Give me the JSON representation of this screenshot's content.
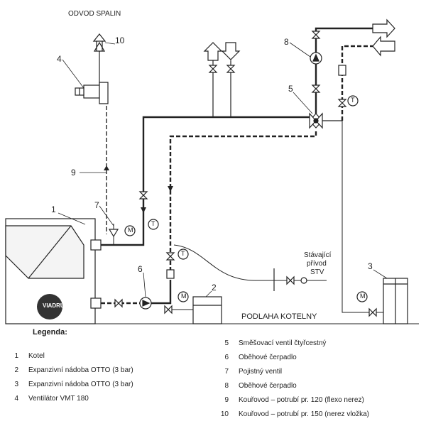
{
  "labels": {
    "flue_outlet": "ODVOD SPALIN",
    "floor": "PODLAHA KOTELNY",
    "existing_supply": [
      "Stávající",
      "přívod",
      "STV"
    ],
    "brand": "VIADRUS"
  },
  "symbols": {
    "thermometer": "T",
    "manometer": "M"
  },
  "callouts": [
    "1",
    "2",
    "3",
    "4",
    "5",
    "6",
    "7",
    "8",
    "9",
    "10"
  ],
  "legend": {
    "title": "Legenda:",
    "items": [
      {
        "num": "1",
        "text": "Kotel"
      },
      {
        "num": "2",
        "text": "Expanzivní nádoba OTTO (3 bar)"
      },
      {
        "num": "3",
        "text": "Expanzivní nádoba OTTO (3 bar)"
      },
      {
        "num": "4",
        "text": "Ventilátor VMT 180"
      },
      {
        "num": "5",
        "text": "Směšovací ventil čtyřcestný"
      },
      {
        "num": "6",
        "text": "Oběhové čerpadlo"
      },
      {
        "num": "7",
        "text": "Pojistný ventil"
      },
      {
        "num": "8",
        "text": "Oběhové čerpadlo"
      },
      {
        "num": "9",
        "text": "Kouřovod – potrubí pr. 120 (flexo nerez)"
      },
      {
        "num": "10",
        "text": "Kouřovod – potrubí pr. 150 (nerez vložka)"
      }
    ]
  }
}
